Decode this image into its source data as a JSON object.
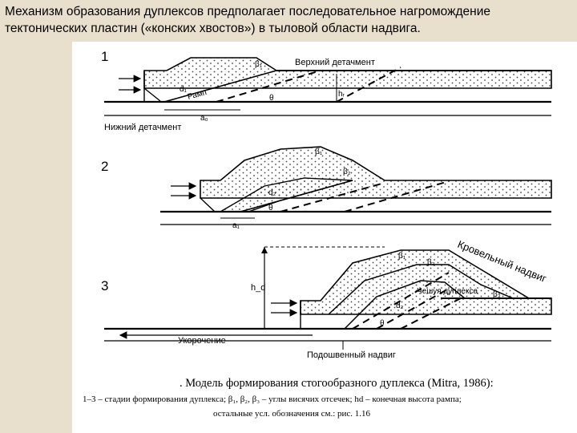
{
  "slide": {
    "title": "Механизм образования дуплексов предполагает последовательное нагромождение тектонических пластин («конских хвостов») в тыловой области надвига."
  },
  "diagram": {
    "stages": [
      "1",
      "2",
      "3"
    ],
    "stage1": {
      "upper_detachment": "Верхний детачмент",
      "lower_detachment": "Нижний детачмент",
      "beta1": "β₁",
      "h_r": "hᵣ",
      "d1": "d₁",
      "ramp": "Рамп",
      "theta": "θ",
      "a0": "a₀"
    },
    "stage2": {
      "beta1": "β₁",
      "beta2": "β₂",
      "d2": "d₂",
      "theta": "θ",
      "a1": "a₁"
    },
    "stage3": {
      "roof_thrust": "Кровельный надвиг",
      "horse": "Чешуя дуплекса",
      "beta1": "β₁",
      "beta2": "β₂",
      "beta3": "β₃",
      "hd": "h_d",
      "d2": "d₂",
      "theta": "θ",
      "shortening": "Укорочение",
      "floor_thrust": "Подошвенный надвиг"
    }
  },
  "caption": {
    "line1": ". Модель формирования стогообразного дуплекса (Mitra, 1986):",
    "line2": "1–3 – стадии формирования дуплекса; β₁, β₂, β₃ – углы висячих отсечек; hd – конечная высота рампа;",
    "line3": "остальные усл. обозначения см.: рис. 1.16"
  }
}
